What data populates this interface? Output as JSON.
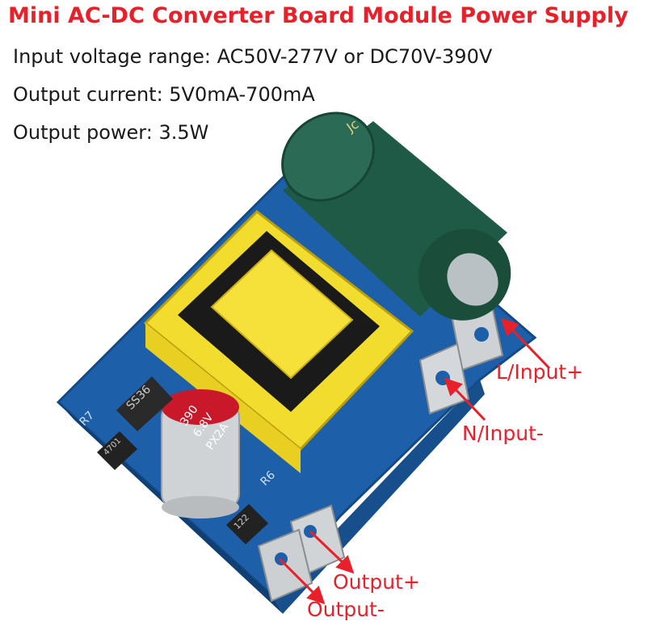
{
  "title": "Mini AC-DC Converter Board Module Power Supply",
  "specs": [
    "Input voltage range: AC50V-277V or DC70V-390V",
    "Output current: 5V0mA-700mA",
    "Output power: 3.5W"
  ],
  "labels": {
    "l_input": "L/Input+",
    "n_input": "N/Input-",
    "output_pos": "Output+",
    "output_neg": "Output-"
  },
  "component_markings": {
    "small_cap_top": "390",
    "small_cap_mid": "6.8V",
    "small_cap_bot": "PX2A",
    "diode": "SS36",
    "r7": "R7",
    "r6": "R6",
    "resistor": "122",
    "res_small": "4701",
    "big_cap": "Jc"
  },
  "colors": {
    "accent": "#e8202a",
    "pcb": "#1d5fa8",
    "transformer": "#f2dd2e",
    "capacitor": "#1e5a45"
  }
}
